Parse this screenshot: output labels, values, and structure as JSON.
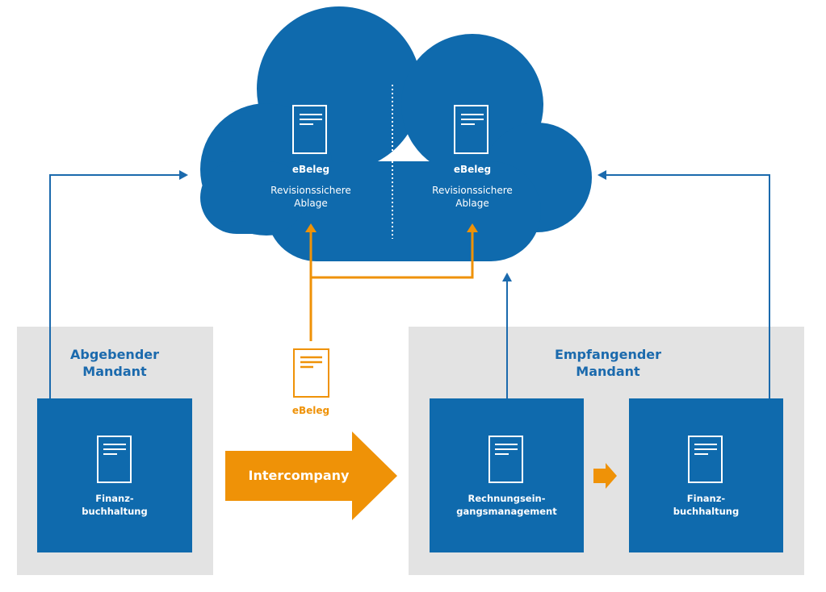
{
  "cloud": {
    "left": {
      "title": "eBeleg",
      "sub_line1": "Revisionssichere",
      "sub_line2": "Ablage"
    },
    "right": {
      "title": "eBeleg",
      "sub_line1": "Revisionssichere",
      "sub_line2": "Ablage"
    }
  },
  "floating_doc": {
    "label": "eBeleg"
  },
  "panels": {
    "left": {
      "title_line1": "Abgebender",
      "title_line2": "Mandant",
      "box": {
        "line1": "Finanz-",
        "line2": "buchhaltung"
      }
    },
    "right": {
      "title_line1": "Empfangender",
      "title_line2": "Mandant",
      "box1": {
        "line1": "Rechnungsein-",
        "line2": "gangsmanagement"
      },
      "box2": {
        "line1": "Finanz-",
        "line2": "buchhaltung"
      }
    }
  },
  "intercompany": {
    "label": "Intercompany"
  },
  "colors": {
    "blue": "#0f6aad",
    "orange": "#ef9207",
    "grey": "#e3e3e3",
    "line_blue": "#1b6aad"
  }
}
